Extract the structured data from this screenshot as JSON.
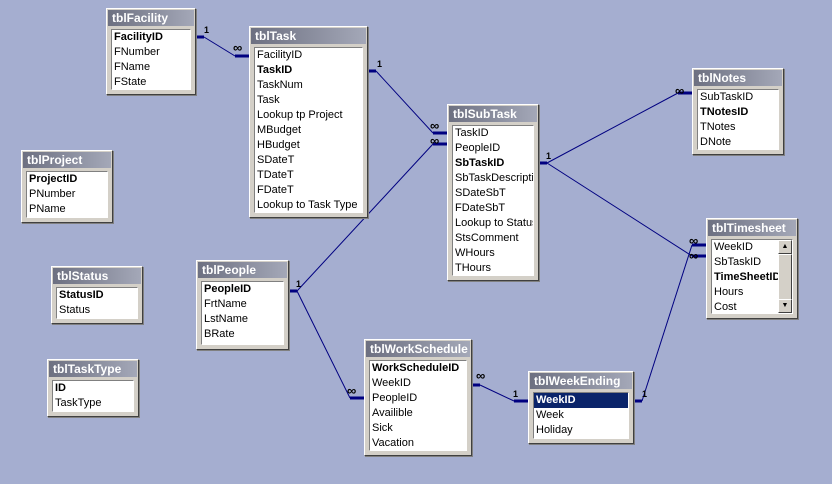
{
  "tables": {
    "tblFacility": {
      "title": "tblFacility",
      "fields": [
        "FacilityID",
        "FNumber",
        "FName",
        "FState"
      ],
      "keys": [
        0
      ]
    },
    "tblTask": {
      "title": "tblTask",
      "fields": [
        "FacilityID",
        "TaskID",
        "TaskNum",
        "Task",
        "Lookup tp Project",
        "MBudget",
        "HBudget",
        "SDateT",
        "TDateT",
        "FDateT",
        "Lookup to Task Type"
      ],
      "keys": [
        1
      ]
    },
    "tblProject": {
      "title": "tblProject",
      "fields": [
        "ProjectID",
        "PNumber",
        "PName"
      ],
      "keys": [
        0
      ]
    },
    "tblStatus": {
      "title": "tblStatus",
      "fields": [
        "StatusID",
        "Status"
      ],
      "keys": [
        0
      ]
    },
    "tblTaskType": {
      "title": "tblTaskType",
      "fields": [
        "ID",
        "TaskType"
      ],
      "keys": [
        0
      ]
    },
    "tblPeople": {
      "title": "tblPeople",
      "fields": [
        "PeopleID",
        "FrtName",
        "LstName",
        "BRate"
      ],
      "keys": [
        0
      ]
    },
    "tblSubTask": {
      "title": "tblSubTask",
      "fields": [
        "TaskID",
        "PeopleID",
        "SbTaskID",
        "SbTaskDescription",
        "SDateSbT",
        "FDateSbT",
        "Lookup to Status",
        "StsComment",
        "WHours",
        "THours"
      ],
      "keys": [
        2
      ]
    },
    "tblNotes": {
      "title": "tblNotes",
      "fields": [
        "SubTaskID",
        "TNotesID",
        "TNotes",
        "DNote"
      ],
      "keys": [
        1
      ]
    },
    "tblTimesheet": {
      "title": "tblTimesheet",
      "fields": [
        "WeekID",
        "SbTaskID",
        "TimeSheetID",
        "Hours",
        "Cost"
      ],
      "keys": [
        2
      ]
    },
    "tblWorkSchedule": {
      "title": "tblWorkSchedule",
      "fields": [
        "WorkScheduleID",
        "WeekID",
        "PeopleID",
        "Availible",
        "Sick",
        "Vacation"
      ],
      "keys": [
        0
      ]
    },
    "tblWeekEnding": {
      "title": "tblWeekEnding",
      "fields": [
        "WeekID",
        "Week",
        "Holiday"
      ],
      "keys": [
        0
      ],
      "selected": 0
    }
  },
  "cardinality": {
    "one": "1",
    "many": "∞"
  },
  "colors": {
    "background": "#a5aed0",
    "relationship": "#000080",
    "title_start": "#6d7081",
    "title_end": "#a4a8b8"
  },
  "icons": {
    "scroll_up": "scroll-up-arrow-icon",
    "scroll_down": "scroll-down-arrow-icon"
  }
}
